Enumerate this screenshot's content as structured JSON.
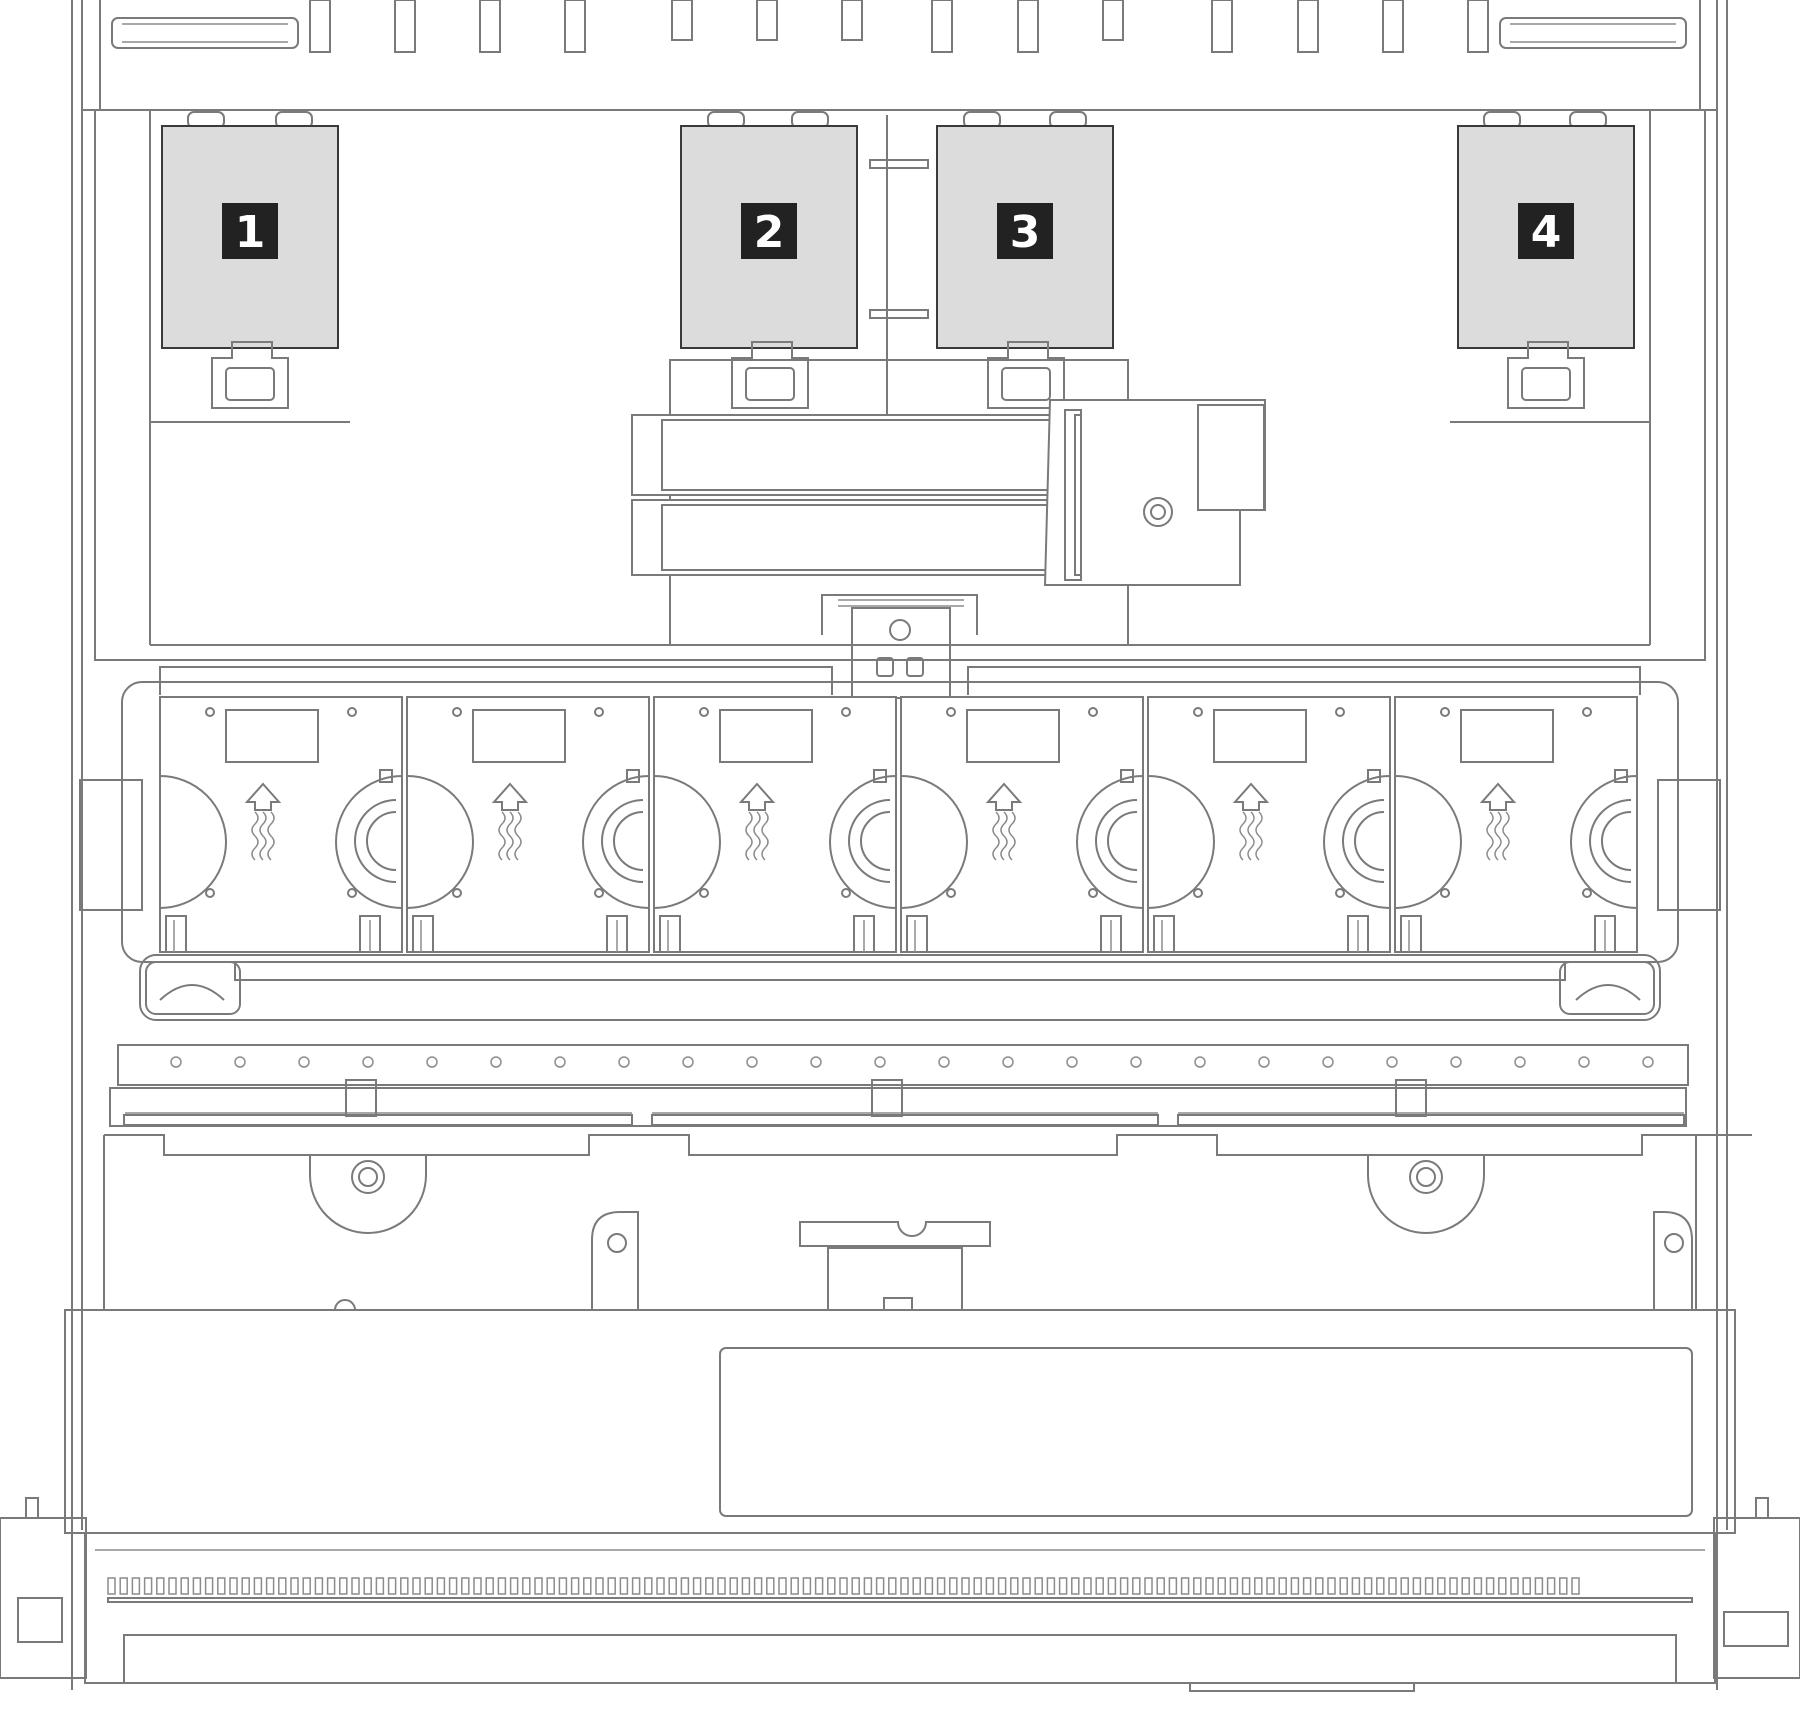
{
  "callouts": [
    {
      "label": "1"
    },
    {
      "label": "2"
    },
    {
      "label": "3"
    },
    {
      "label": "4"
    }
  ],
  "fans": {
    "count": 6
  },
  "colors": {
    "line": "#7a7a7a",
    "module_fill": "#dcdcdc",
    "callout_fill": "#222222",
    "callout_text": "#ffffff"
  }
}
